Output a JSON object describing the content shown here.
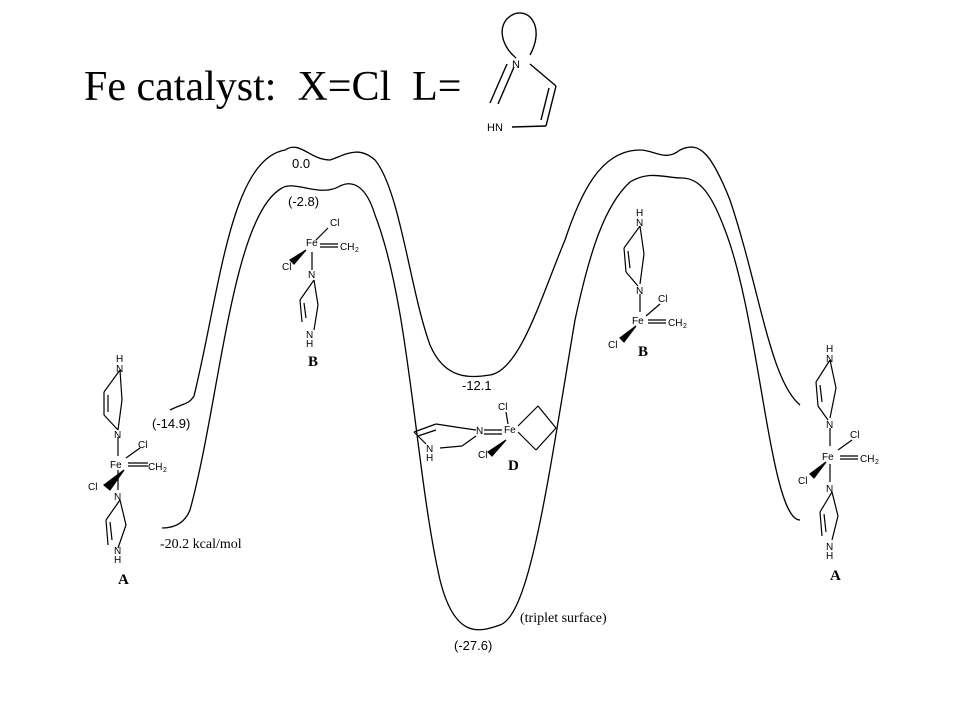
{
  "title": "Fe catalyst:  X=Cl  L=",
  "energies": {
    "e_0_0": "0.0",
    "e_m2_8": "(-2.8)",
    "e_m12_1": "-12.1",
    "e_m14_9": "(-14.9)",
    "e_m20_2": "-20.2 kcal/mol",
    "e_m27_6": "(-27.6)"
  },
  "annotation_triplet": "(triplet surface)",
  "structure_labels": {
    "A_left": "A",
    "B_left": "B",
    "D": "D",
    "B_right": "B",
    "A_right": "A"
  },
  "atoms": {
    "fe": "Fe",
    "cl": "Cl",
    "ch": "CH",
    "sub2": "2",
    "n": "N",
    "h": "H",
    "hn": "HN"
  },
  "colors": {
    "line": "#000000",
    "background": "#ffffff"
  }
}
